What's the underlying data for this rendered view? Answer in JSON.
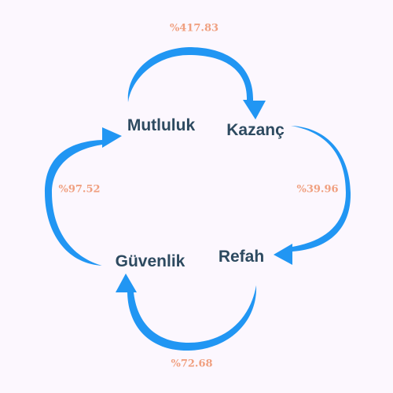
{
  "nodes": [
    {
      "id": "mutluluk",
      "label": "Mutluluk"
    },
    {
      "id": "kazanc",
      "label": "Kazanç"
    },
    {
      "id": "refah",
      "label": "Refah"
    },
    {
      "id": "guvenlik",
      "label": "Güvenlik"
    }
  ],
  "edges": [
    {
      "from": "mutluluk",
      "to": "kazanc",
      "label": "%417.83"
    },
    {
      "from": "kazanc",
      "to": "refah",
      "label": "%39.96"
    },
    {
      "from": "refah",
      "to": "guvenlik",
      "label": "%72.68"
    },
    {
      "from": "guvenlik",
      "to": "mutluluk",
      "label": "%97.52"
    }
  ],
  "colors": {
    "background": "#fcf7fe",
    "arrow": "#2196f3",
    "node_text": "#2d4a60",
    "edge_text": "#f0a080"
  }
}
